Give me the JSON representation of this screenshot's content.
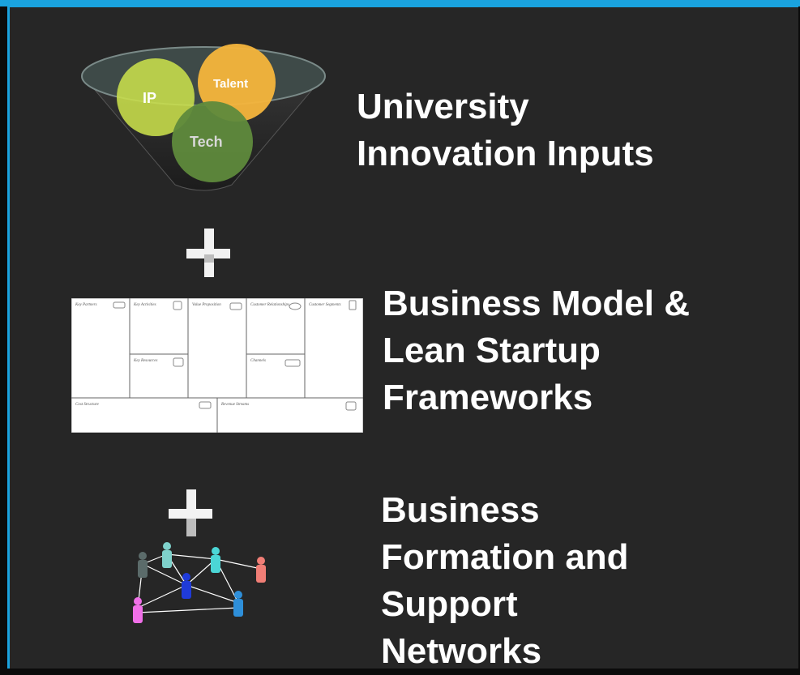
{
  "frame": {
    "border_color": "#1aa3df",
    "background": "#262626"
  },
  "section1": {
    "heading": [
      "University",
      "Innovation Inputs"
    ],
    "circles": [
      {
        "label": "IP",
        "color": "#c9df4b"
      },
      {
        "label": "Talent",
        "color": "#f5b53c"
      },
      {
        "label": "Tech",
        "color": "#5f8a3c"
      }
    ]
  },
  "section2": {
    "heading": [
      "Business Model &",
      "Lean Startup",
      "Frameworks"
    ],
    "canvas_blocks": [
      "Key Partners",
      "Key Activities",
      "Key Resources",
      "Value Proposition",
      "Customer Relationships",
      "Channels",
      "Customer Segments",
      "Cost Structure",
      "Revenue Streams"
    ]
  },
  "section3": {
    "heading": [
      "Business",
      "Formation and",
      "Support",
      "Networks"
    ],
    "people_colors": [
      "#5b6b6a",
      "#7fd2cc",
      "#4bd6d6",
      "#f07e76",
      "#1f3bd9",
      "#f06fe8",
      "#2e8fd9"
    ]
  },
  "icons": [
    "plus-icon",
    "funnel-icon",
    "network-icon",
    "business-model-canvas-icon"
  ]
}
